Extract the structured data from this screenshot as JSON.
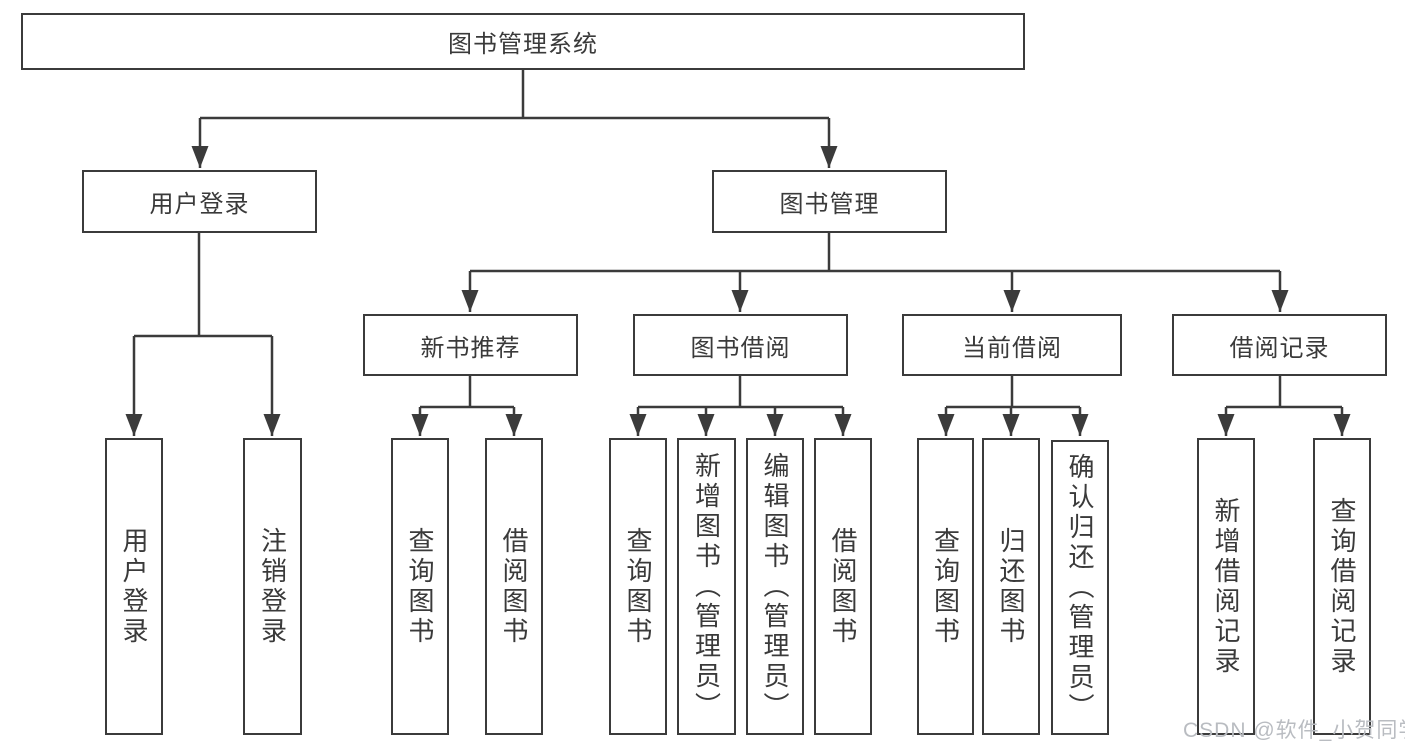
{
  "diagram_title": "图书管理系统",
  "tree": {
    "root": {
      "label": "图书管理系统",
      "children": [
        {
          "label": "用户登录",
          "children": [
            {
              "label": "用户登录"
            },
            {
              "label": "注销登录"
            }
          ]
        },
        {
          "label": "图书管理",
          "children": [
            {
              "label": "新书推荐",
              "children": [
                {
                  "label": "查询图书"
                },
                {
                  "label": "借阅图书"
                }
              ]
            },
            {
              "label": "图书借阅",
              "children": [
                {
                  "label": "查询图书"
                },
                {
                  "label": "新增图书（管理员）"
                },
                {
                  "label": "编辑图书（管理员）"
                },
                {
                  "label": "借阅图书"
                }
              ]
            },
            {
              "label": "当前借阅",
              "children": [
                {
                  "label": "查询图书"
                },
                {
                  "label": "归还图书"
                },
                {
                  "label": "确认归还（管理员）"
                }
              ]
            },
            {
              "label": "借阅记录",
              "children": [
                {
                  "label": "新增借阅记录"
                },
                {
                  "label": "查询借阅记录"
                }
              ]
            }
          ]
        }
      ]
    }
  },
  "watermark": "CSDN @软件_小贺同学",
  "colors": {
    "line": "#3b3b3b",
    "box_border": "#3b3b3b",
    "text": "#3a3a3a",
    "background": "#ffffff",
    "watermark": "#b9bcc1"
  }
}
